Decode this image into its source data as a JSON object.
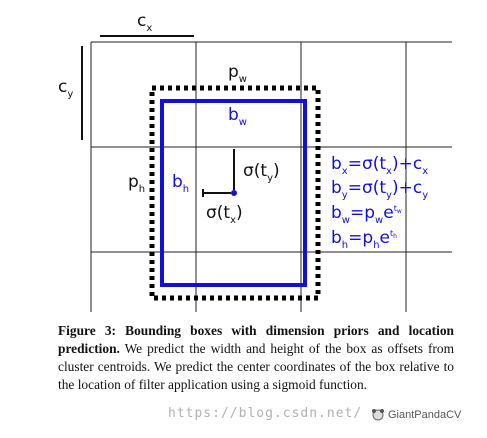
{
  "figure": {
    "cx_label": "c",
    "cx_sub": "x",
    "cy_label": "c",
    "cy_sub": "y",
    "pw_label": "p",
    "pw_sub": "w",
    "ph_label": "p",
    "ph_sub": "h",
    "bw_label": "b",
    "bw_sub": "w",
    "bh_label": "b",
    "bh_sub": "h",
    "sigma_ty": "σ(t",
    "sigma_ty_sub": "y",
    "sigma_tx": "σ(t",
    "sigma_tx_sub": "x",
    "close_paren": ")",
    "equations": {
      "bx": {
        "lhs": "b",
        "lhs_sub": "x",
        "rhs1": "=σ(t",
        "rhs1_sub": "x",
        "rhs2": ")+c",
        "rhs2_sub": "x"
      },
      "by": {
        "lhs": "b",
        "lhs_sub": "y",
        "rhs1": "=σ(t",
        "rhs1_sub": "y",
        "rhs2": ")+c",
        "rhs2_sub": "y"
      },
      "bw": {
        "lhs": "b",
        "lhs_sub": "w",
        "rhs1": "=p",
        "rhs1_sub": "w",
        "rhs2": "e",
        "rhs2_sup": "t",
        "rhs2_supsub": "w"
      },
      "bh": {
        "lhs": "b",
        "lhs_sub": "h",
        "rhs1": "=p",
        "rhs1_sub": "h",
        "rhs2": "e",
        "rhs2_sup": "t",
        "rhs2_supsub": "h"
      }
    },
    "colors": {
      "prediction_box": "#1010d8",
      "prior_box": "#000000",
      "grid": "#222222"
    }
  },
  "caption": {
    "bold": "Figure 3: Bounding boxes with dimension priors and location prediction.",
    "text": " We predict the width and height of the box as offsets from cluster centroids. We predict the center coordinates of the box relative to the location of filter application using a sigmoid function."
  },
  "watermark": {
    "url": "https://blog.csdn.net/",
    "brand": "GiantPandaCV"
  }
}
